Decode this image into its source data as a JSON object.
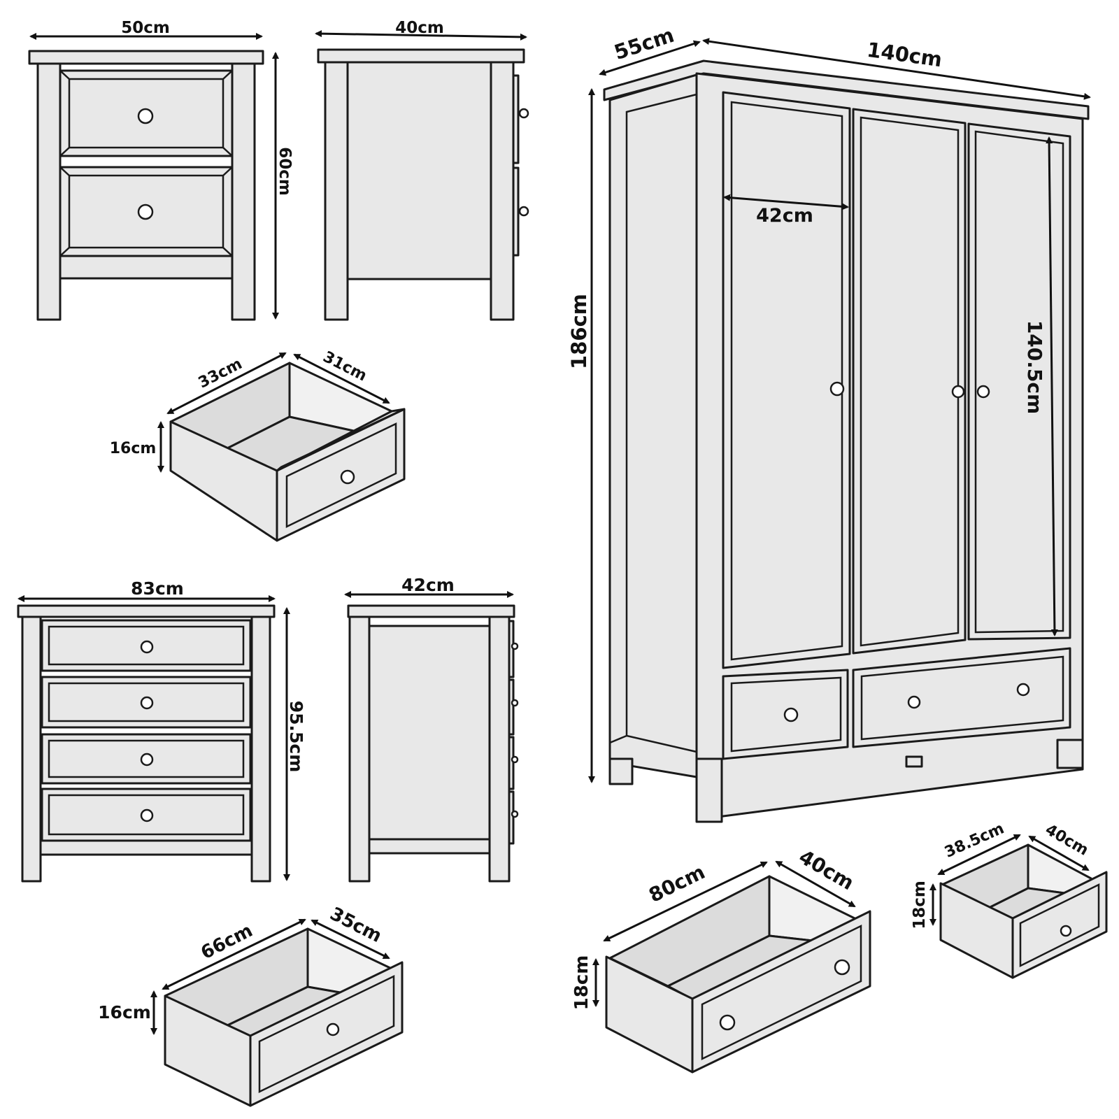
{
  "colors": {
    "line": "#1a1a1a",
    "panel": "#e8e8e8",
    "background": "#ffffff"
  },
  "bedside": {
    "width": "50cm",
    "depth": "40cm",
    "height": "60cm",
    "drawer": {
      "width": "33cm",
      "depth": "31cm",
      "height": "16cm"
    }
  },
  "chest": {
    "width": "83cm",
    "depth": "42cm",
    "height": "95.5cm",
    "drawer": {
      "width": "66cm",
      "depth": "35cm",
      "height": "16cm"
    }
  },
  "wardrobe": {
    "width": "140cm",
    "depth": "55cm",
    "height": "186cm",
    "door_width": "42cm",
    "door_height": "140.5cm",
    "large_drawer": {
      "width": "80cm",
      "depth": "40cm",
      "height": "18cm"
    },
    "small_drawer": {
      "width": "38.5cm",
      "depth": "40cm",
      "height": "18cm"
    }
  }
}
